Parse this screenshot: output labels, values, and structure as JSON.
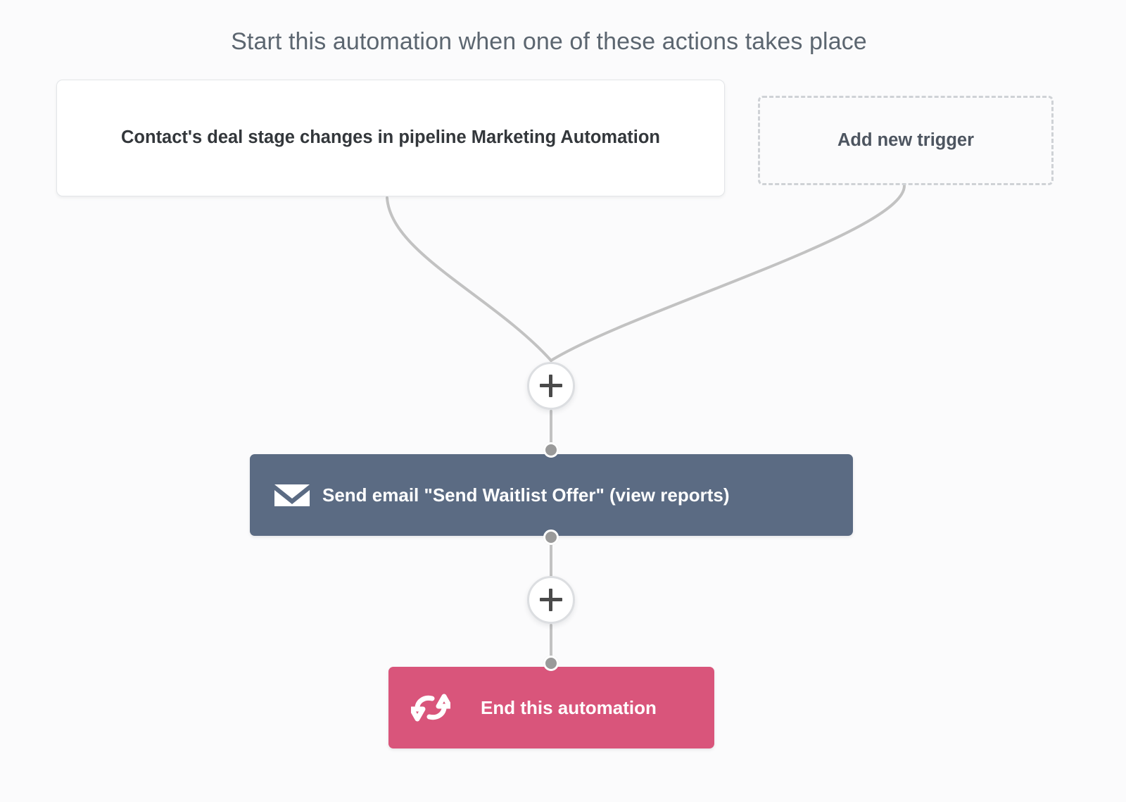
{
  "header": {
    "title": "Start this automation when one of these actions takes place"
  },
  "triggers": [
    {
      "label": "Contact's deal stage changes in pipeline Marketing Automation",
      "type": "trigger-card"
    },
    {
      "label": "Add new trigger",
      "type": "add-trigger-placeholder"
    }
  ],
  "nodes": {
    "add_step_icon": "plus-icon",
    "add_step_label": "+"
  },
  "actions": [
    {
      "label": "Send email \"Send Waitlist Offer\" (view reports)",
      "icon": "envelope-icon",
      "color": "#5b6b83"
    },
    {
      "label": "End this automation",
      "icon": "loop-arrows-icon",
      "color": "#d9557b"
    }
  ],
  "colors": {
    "background": "#fbfbfc",
    "header_text": "#5c6670",
    "card_text": "#33373b",
    "card_border": "#e3e5e8",
    "dashed_border": "#cfd2d6",
    "wire": "#c2c2c2",
    "node_dot": "#9a9a9a",
    "email_bar": "#5b6b83",
    "end_bar": "#d9557b"
  }
}
